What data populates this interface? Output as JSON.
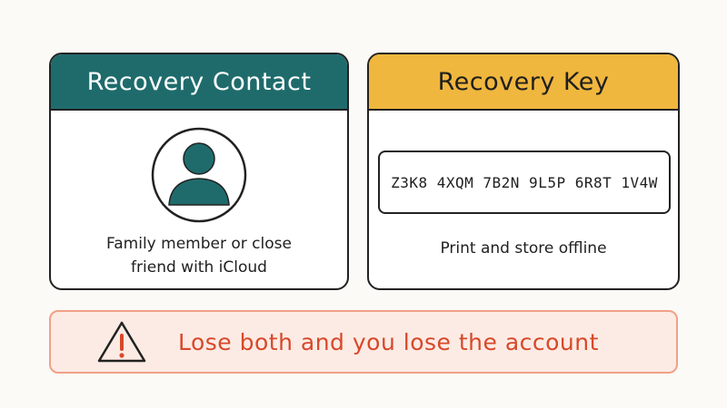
{
  "recovery_contact": {
    "title": "Recovery Contact",
    "description_line1": "Family member or close",
    "description_line2": "friend with iCloud",
    "icon": "person-avatar-icon"
  },
  "recovery_key": {
    "title": "Recovery Key",
    "key": "Z3K8 4XQM 7B2N 9L5P 6R8T 1V4W",
    "caption": "Print and store offline"
  },
  "warning": {
    "text": "Lose both and you lose the account",
    "icon": "warning-triangle-icon"
  },
  "colors": {
    "teal": "#1f6b6c",
    "yellow": "#f0b73e",
    "warning_text": "#d8482a",
    "warning_bg": "#fcebe4"
  }
}
